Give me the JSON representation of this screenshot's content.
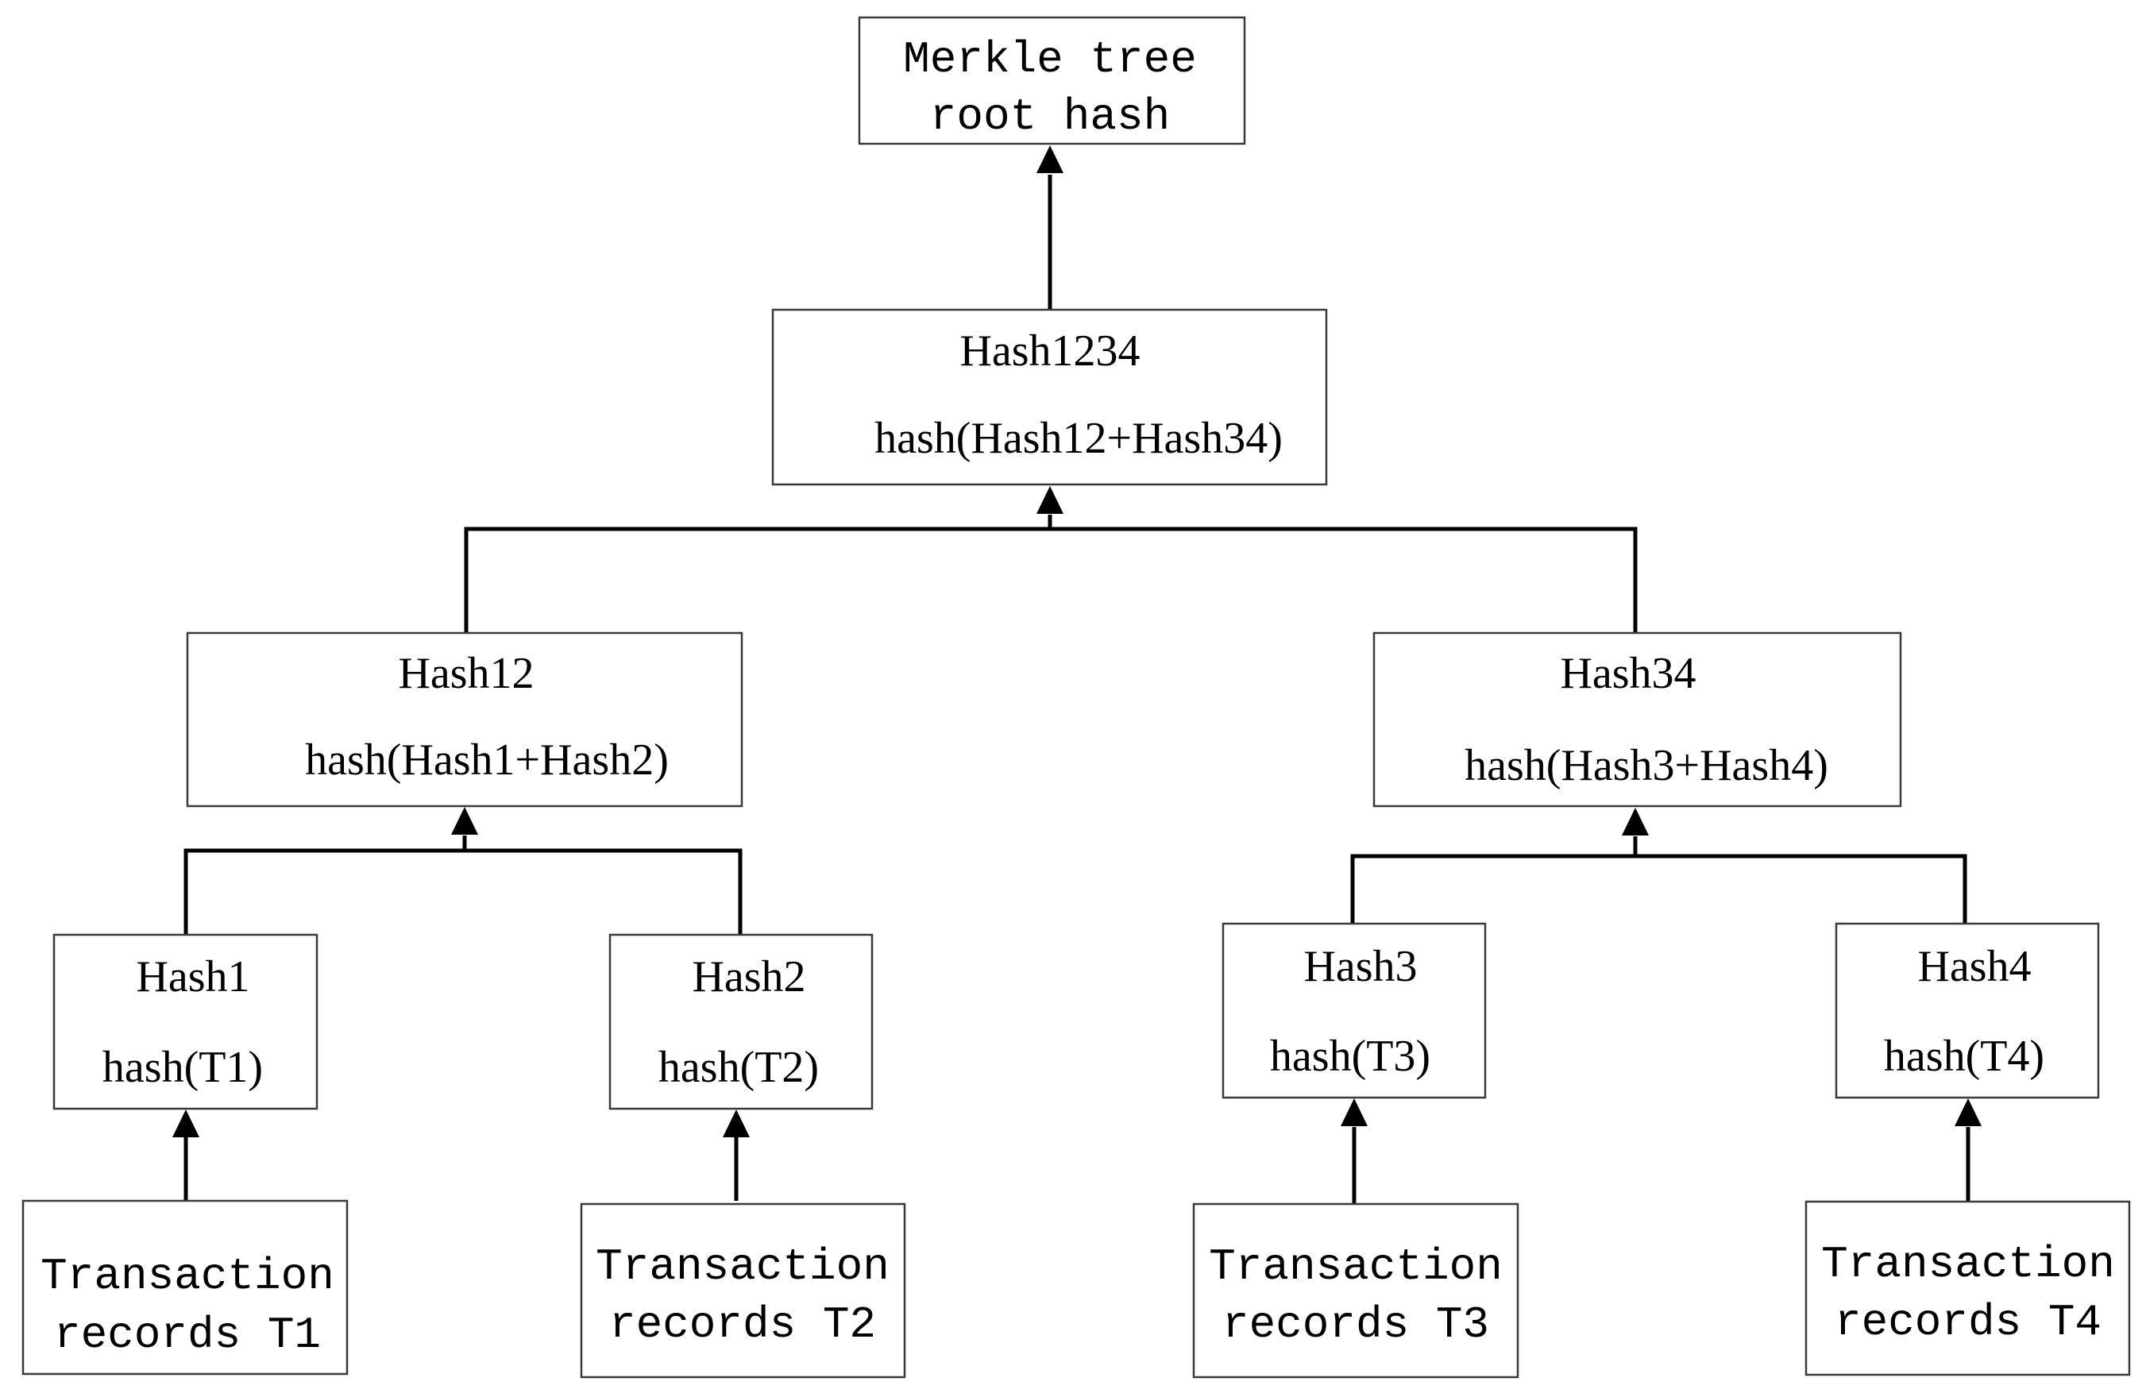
{
  "diagram": {
    "root": {
      "line1": "Merkle tree",
      "line2": "root hash"
    },
    "hash1234": {
      "title": "Hash1234",
      "formula": "hash(Hash12+Hash34)"
    },
    "hash12": {
      "title": "Hash12",
      "formula": "hash(Hash1+Hash2)"
    },
    "hash34": {
      "title": "Hash34",
      "formula": "hash(Hash3+Hash4)"
    },
    "hash1": {
      "title": "Hash1",
      "formula": "hash(T1)"
    },
    "hash2": {
      "title": "Hash2",
      "formula": "hash(T2)"
    },
    "hash3": {
      "title": "Hash3",
      "formula": "hash(T3)"
    },
    "hash4": {
      "title": "Hash4",
      "formula": "hash(T4)"
    },
    "t1": {
      "line1": "Transaction",
      "line2": "records T1"
    },
    "t2": {
      "line1": "Transaction",
      "line2": "records T2"
    },
    "t3": {
      "line1": "Transaction",
      "line2": "records T3"
    },
    "t4": {
      "line1": "Transaction",
      "line2": "records T4"
    }
  }
}
